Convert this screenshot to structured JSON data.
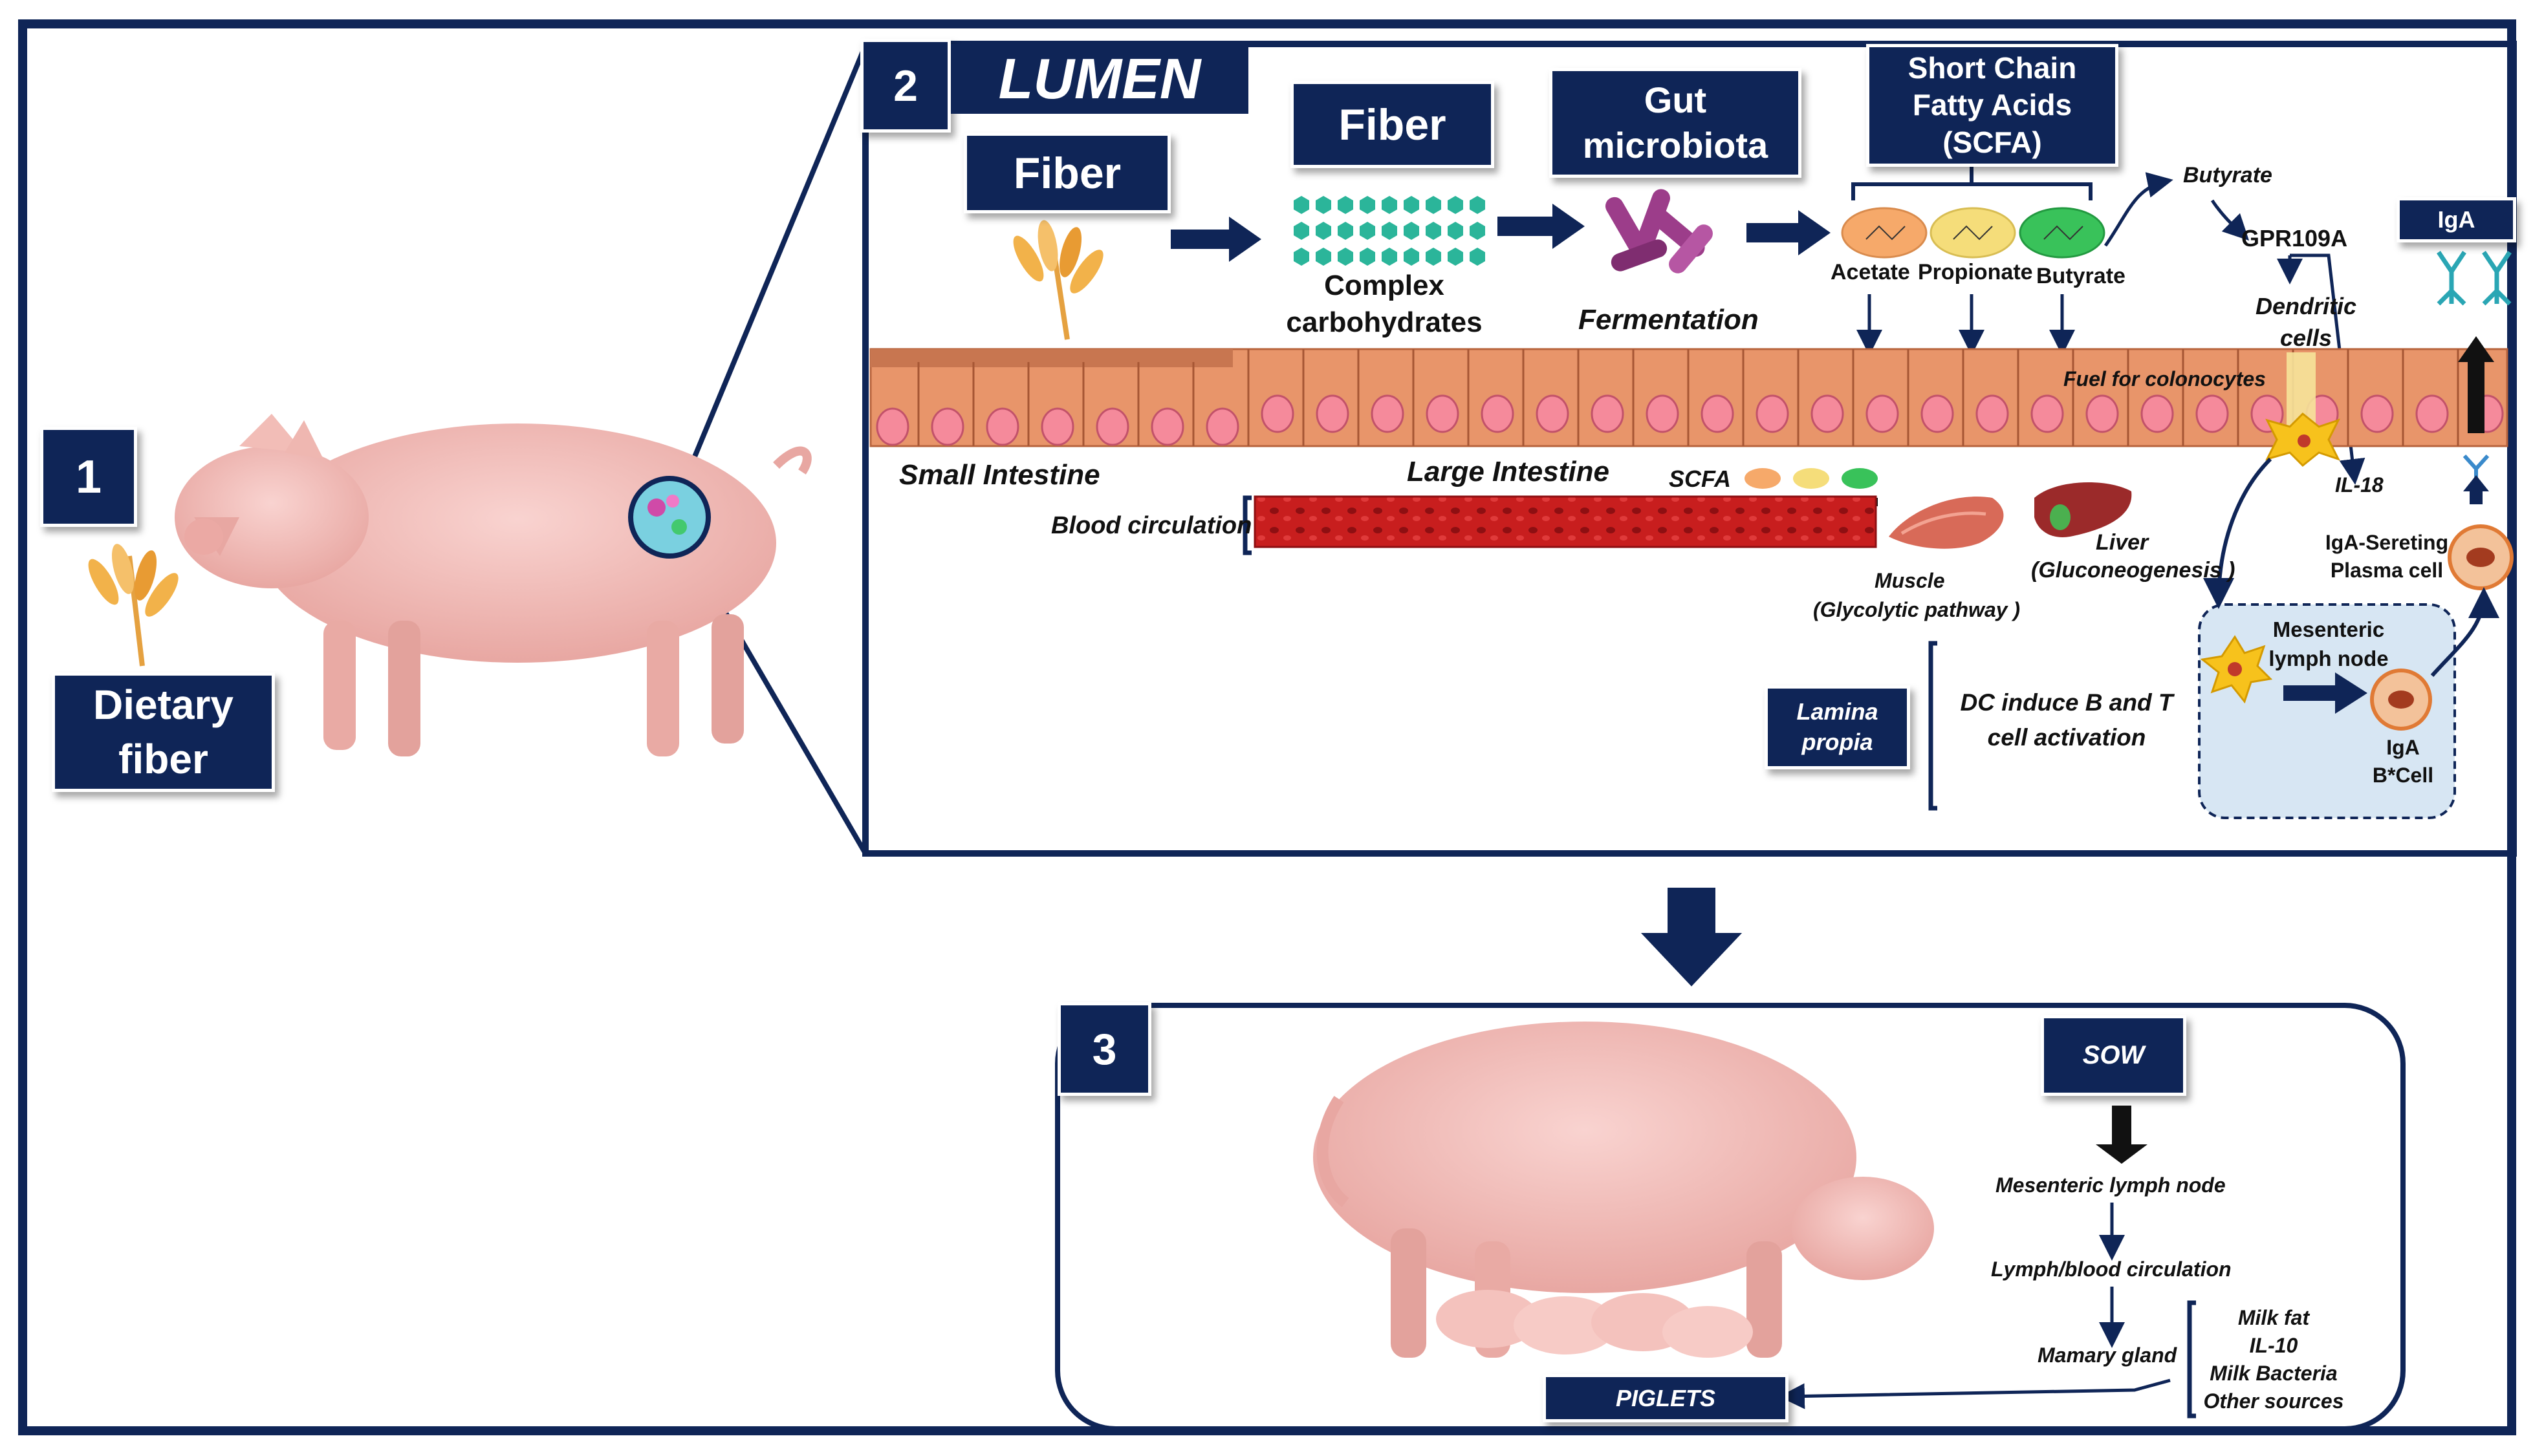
{
  "panel_numbers": {
    "p1": "1",
    "p2": "2",
    "p3": "3"
  },
  "panel1": {
    "dietary_fiber": "Dietary fiber"
  },
  "panel2": {
    "lumen": "LUMEN",
    "fiber_1": "Fiber",
    "fiber_2": "Fiber",
    "gut_microbiota": "Gut microbiota",
    "scfa_box": "Short Chain Fatty Acids (SCFA)",
    "complex_carbohydrates": "Complex carbohydrates",
    "fermentation": "Fermentation",
    "acetate": "Acetate",
    "propionate": "Propionate",
    "butyrate": "Butyrate",
    "butyrate_top": "Butyrate",
    "gpr109a": "GPR109A",
    "dendritic_cells": "Dendritic cells",
    "iga": "IgA",
    "fuel_for_colonocytes": "Fuel for colonocytes",
    "small_intestine": "Small Intestine",
    "large_intestine": "Large Intestine",
    "scfa": "SCFA",
    "il18": "IL-18",
    "blood_circulation": "Blood circulation",
    "liver": "Liver",
    "gluconeogenesis": "(Gluconeogenesis )",
    "muscle": "Muscle",
    "glycolytic": "(Glycolytic pathway )",
    "iga_plasma": "IgA-Sereting Plasma cell",
    "mesenteric_lymph_node": "Mesenteric lymph node",
    "iga_bcell": "IgA B*Cell",
    "lamina_propia": "Lamina propia",
    "dc_induce": "DC induce B and  T cell activation"
  },
  "panel3": {
    "sow": "SOW",
    "mesenteric": "Mesenteric lymph node",
    "lymph_blood": "Lymph/blood circulation",
    "mamary": "Mamary gland",
    "milk_fat": "Milk fat",
    "il10": "IL-10",
    "milk_bacteria": "Milk Bacteria",
    "other_sources": "Other sources",
    "piglets": "PIGLETS"
  },
  "colors": {
    "navy": "#0f2557",
    "intestine": "#e8956a",
    "blood": "#c81e1e",
    "acetate": "#f6a96a",
    "propionate": "#f5dd7a",
    "butyrate": "#39c25a"
  }
}
